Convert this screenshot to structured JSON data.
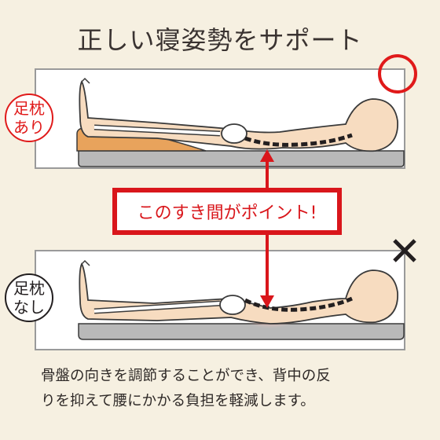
{
  "title": "正しい寝姿勢をサポート",
  "top_panel": {
    "badge_line1": "足枕",
    "badge_line2": "あり",
    "status_icon": "circle-icon"
  },
  "bottom_panel": {
    "badge_line1": "足枕",
    "badge_line2": "なし",
    "status_icon": "cross-icon"
  },
  "callout": "このすき間がポイント!",
  "description": {
    "line1": "骨盤の向きを調節することができ、背中の反",
    "line2": "りを抑えて腰にかかる負担を軽減します。"
  },
  "colors": {
    "background": "#f6f0e1",
    "accent_red": "#d9161b",
    "skin": "#f7dcc0",
    "pillow": "#e8a35c",
    "mattress": "#b7b7b7"
  }
}
